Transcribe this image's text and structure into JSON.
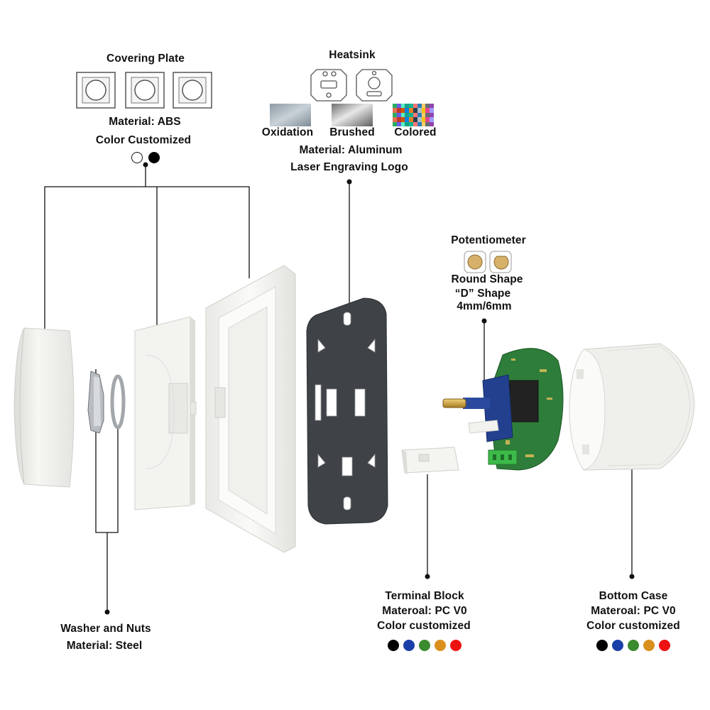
{
  "covering_plate": {
    "title": "Covering Plate",
    "material": "Material: ABS",
    "color": "Color Customized",
    "color_dots": [
      "#ffffff",
      "#000000"
    ]
  },
  "heatsink": {
    "title": "Heatsink",
    "finishes": [
      {
        "label": "Oxidation",
        "icon": "oxidation-finish-swatch"
      },
      {
        "label": "Brushed",
        "icon": "brushed-finish-swatch"
      },
      {
        "label": "Colored",
        "icon": "colored-finish-swatch"
      }
    ],
    "material": "Material: Aluminum",
    "logo": "Laser Engraving Logo"
  },
  "potentiometer": {
    "title": "Potentiometer",
    "shape1": "Round Shape",
    "shape2": "“D” Shape",
    "size": "4mm/6mm"
  },
  "washer": {
    "title": "Washer and Nuts",
    "material": "Material: Steel"
  },
  "terminal_block": {
    "title": "Terminal Block",
    "material": "Materoal: PC V0",
    "color": "Color customized",
    "color_dots": [
      "#000000",
      "#1b3fa8",
      "#3a8a2f",
      "#d9901c",
      "#ee1111"
    ]
  },
  "bottom_case": {
    "title": "Bottom Case",
    "material": "Materoal: PC V0",
    "color": "Color customized",
    "color_dots": [
      "#000000",
      "#1b3fa8",
      "#3a8a2f",
      "#d9901c",
      "#ee1111"
    ]
  }
}
